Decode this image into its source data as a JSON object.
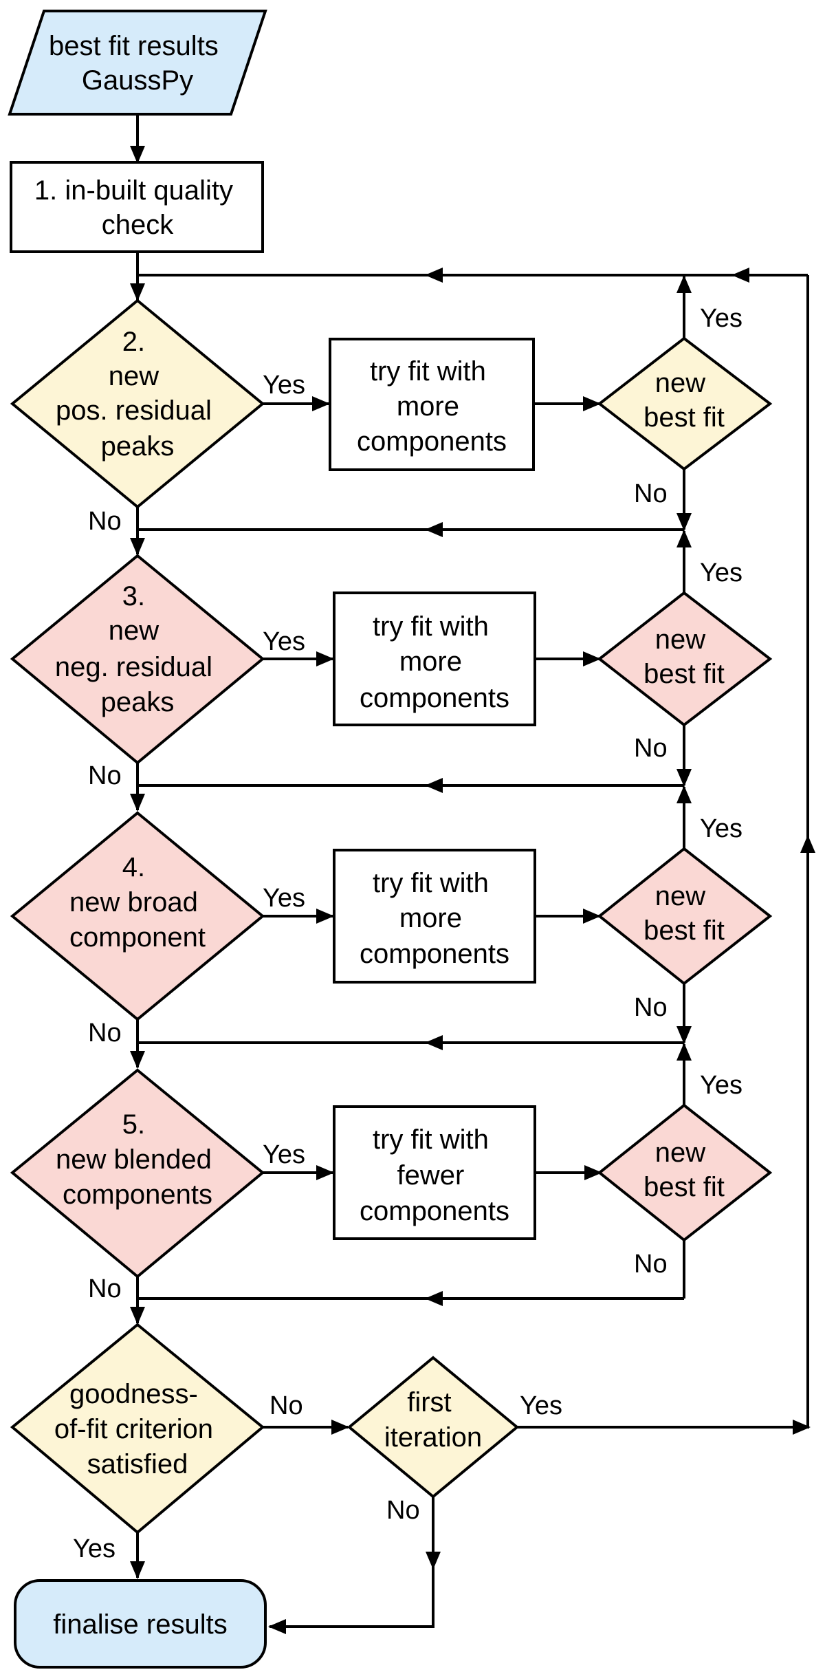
{
  "colors": {
    "io": "#d6ebfa",
    "decision_yellow": "#fdf5d6",
    "decision_red": "#fad8d4",
    "process": "#ffffff",
    "line": "#000000"
  },
  "nodes": {
    "start": {
      "lines": [
        "best fit results",
        "GaussPy"
      ],
      "shape": "parallelogram"
    },
    "check": {
      "lines": [
        "1. in-built quality",
        "check"
      ],
      "shape": "rectangle"
    },
    "d2": {
      "lines": [
        "2.",
        "new",
        "pos. residual",
        "peaks"
      ],
      "shape": "diamond"
    },
    "d3": {
      "lines": [
        "3.",
        "new",
        "neg. residual",
        "peaks"
      ],
      "shape": "diamond"
    },
    "d4": {
      "lines": [
        "4.",
        "new broad",
        "component"
      ],
      "shape": "diamond"
    },
    "d5": {
      "lines": [
        "5.",
        "new blended",
        "components"
      ],
      "shape": "diamond"
    },
    "p2": {
      "lines": [
        "try fit with",
        "more",
        "components"
      ],
      "shape": "rectangle"
    },
    "p3": {
      "lines": [
        "try fit with",
        "more",
        "components"
      ],
      "shape": "rectangle"
    },
    "p4": {
      "lines": [
        "try fit with",
        "more",
        "components"
      ],
      "shape": "rectangle"
    },
    "p5": {
      "lines": [
        "try fit with",
        "fewer",
        "components"
      ],
      "shape": "rectangle"
    },
    "b2": {
      "lines": [
        "new",
        "best fit"
      ],
      "shape": "diamond"
    },
    "b3": {
      "lines": [
        "new",
        "best fit"
      ],
      "shape": "diamond"
    },
    "b4": {
      "lines": [
        "new",
        "best fit"
      ],
      "shape": "diamond"
    },
    "b5": {
      "lines": [
        "new",
        "best fit"
      ],
      "shape": "diamond"
    },
    "gof": {
      "lines": [
        "goodness-",
        "of-fit criterion",
        "satisfied"
      ],
      "shape": "diamond"
    },
    "first": {
      "lines": [
        "first",
        "iteration"
      ],
      "shape": "diamond"
    },
    "end": {
      "lines": [
        "finalise results"
      ],
      "shape": "rounded-rectangle"
    }
  },
  "edge_labels": {
    "yes": "Yes",
    "no": "No"
  }
}
